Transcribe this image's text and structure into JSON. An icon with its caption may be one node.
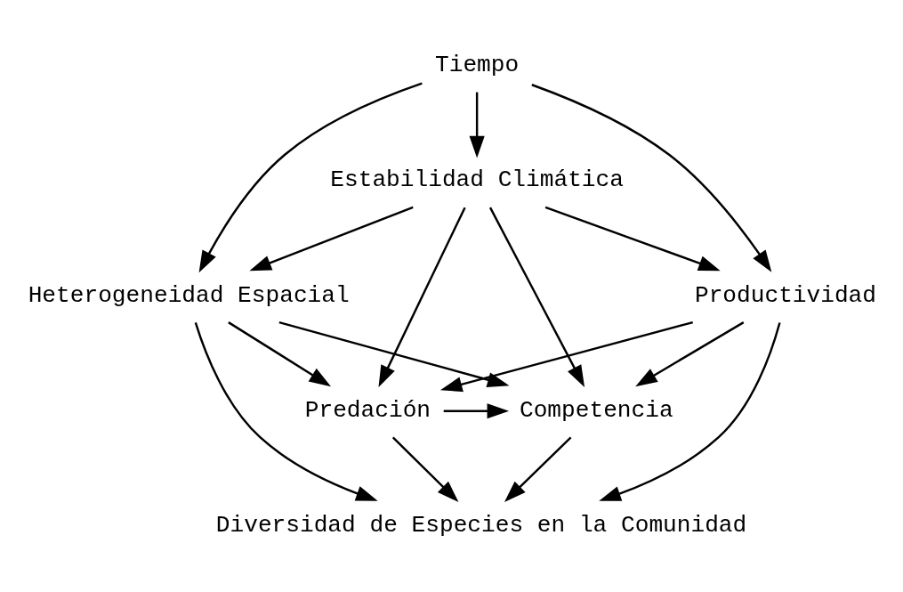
{
  "diagram": {
    "nodes": [
      {
        "text": [
          "Tiempo"
        ]
      },
      {
        "text": [
          "Estabilidad Climática"
        ]
      },
      {
        "text": [
          "Heterogeneidad Espacial"
        ]
      },
      {
        "text": [
          "Productividad"
        ]
      },
      {
        "text": [
          "Competencia"
        ]
      },
      {
        "text": [
          "Predación"
        ]
      },
      {
        "text": [
          "Diversidad de Especies en la Comunidad"
        ]
      }
    ],
    "edges": [
      {
        "from": 0,
        "to": 2,
        "arrow": "to"
      },
      {
        "from": 0,
        "to": 1,
        "arrow": "to"
      },
      {
        "from": 0,
        "to": 3,
        "arrow": "to"
      },
      {
        "from": 1,
        "to": 2,
        "arrow": "to"
      },
      {
        "from": 1,
        "to": 4,
        "arrow": "to"
      },
      {
        "from": 1,
        "to": 5,
        "arrow": "to"
      },
      {
        "from": 1,
        "to": 3,
        "arrow": "to"
      },
      {
        "from": 2,
        "to": 4,
        "arrow": "to"
      },
      {
        "from": 2,
        "to": 5,
        "arrow": "to"
      },
      {
        "from": 2,
        "to": 6,
        "arrow": "to"
      },
      {
        "from": 3,
        "to": 4,
        "arrow": "to"
      },
      {
        "from": 3,
        "to": 5,
        "arrow": "to"
      },
      {
        "from": 3,
        "to": 6,
        "arrow": "to"
      },
      {
        "from": 5,
        "to": 4,
        "arrow": "to"
      },
      {
        "from": 4,
        "to": 6,
        "arrow": "to"
      },
      {
        "from": 5,
        "to": 6,
        "arrow": "to"
      }
    ]
  }
}
